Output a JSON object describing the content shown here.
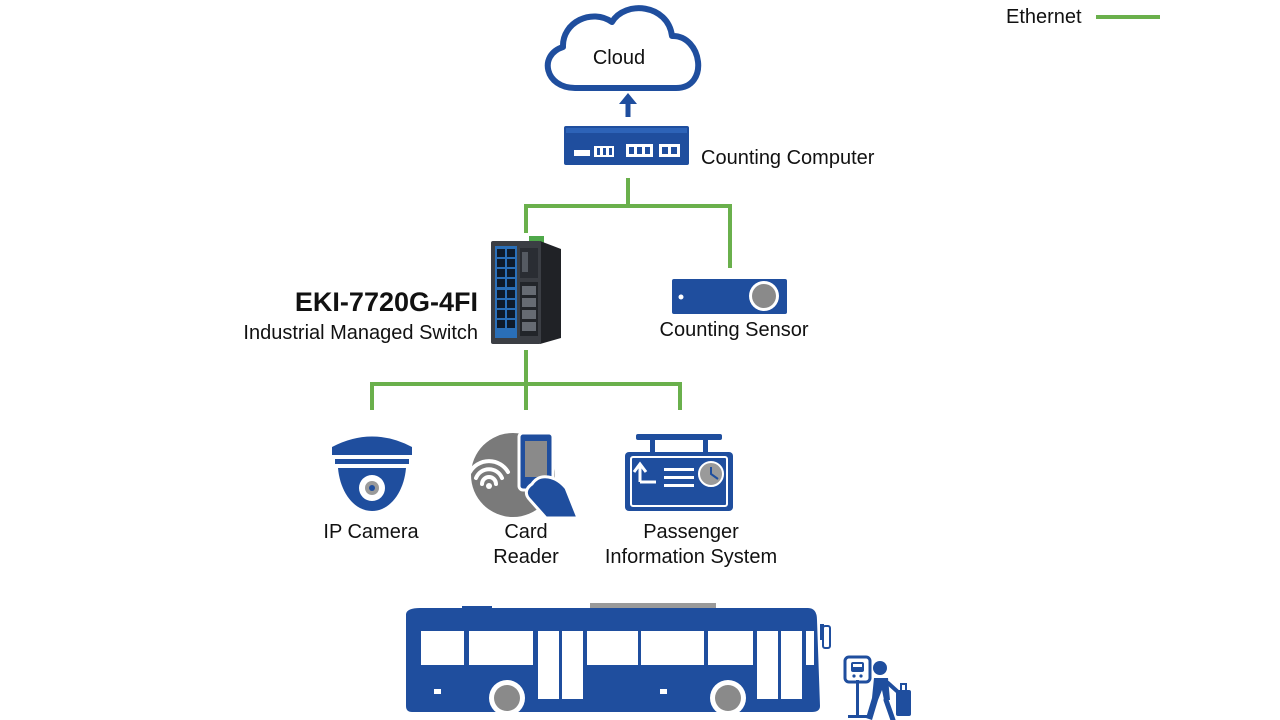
{
  "legend": {
    "label": "Ethernet",
    "line_color": "#6ab04c"
  },
  "colors": {
    "device_blue": "#1f4e9e",
    "link_green": "#6ab04c",
    "gray": "#7a7a7a"
  },
  "nodes": {
    "cloud": {
      "label": "Cloud"
    },
    "counting_computer": {
      "label": "Counting Computer"
    },
    "switch": {
      "model": "EKI-7720G-4FI",
      "subtitle": "Industrial Managed Switch"
    },
    "counting_sensor": {
      "label": "Counting Sensor"
    },
    "ip_camera": {
      "label": "IP Camera"
    },
    "card_reader": {
      "line1": "Card",
      "line2": "Reader"
    },
    "passenger_info": {
      "line1": "Passenger",
      "line2": "Information System"
    }
  }
}
